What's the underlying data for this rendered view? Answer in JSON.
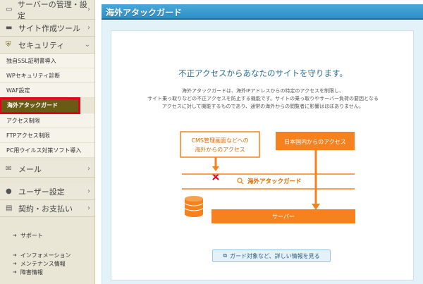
{
  "sidebar": {
    "top": {
      "icon": "server-icon",
      "label": "サーバーの管理・設定"
    },
    "sections": [
      {
        "icon": "laptop-icon",
        "label": "サイト作成ツール",
        "chev": "›"
      },
      {
        "icon": "shield-icon",
        "label": "セキュリティ",
        "chev": "⌄"
      }
    ],
    "security_items": [
      "独自SSL証明書導入",
      "WPセキュリティ診断",
      "WAF設定",
      "海外アタックガード",
      "アクセス制限",
      "FTPアクセス制限",
      "PC用ウイルス対策ソフト導入"
    ],
    "mail": {
      "icon": "mail-icon",
      "label": "メール",
      "chev": "›"
    },
    "user": {
      "icon": "user-icon",
      "label": "ユーザー設定",
      "chev": "›"
    },
    "contract": {
      "icon": "card-icon",
      "label": "契約・お支払い",
      "chev": "›"
    },
    "support": "サポート",
    "info_links": [
      "インフォメーション",
      "メンテナンス情報",
      "障害情報"
    ]
  },
  "header": {
    "title": "海外アタックガード"
  },
  "content": {
    "headline": "不正アクセスからあなたのサイトを守ります。",
    "description": [
      "海外アタックガードは、海外IPアドレスからの特定のアクセスを制限し、",
      "サイト乗っ取りなどの不正アクセスを防止する機能です。サイトの乗っ取りやサーバー負荷の要因となる",
      "アクセスに対して機能するものであり、通常の海外からの閲覧者に影響はほぼありません。"
    ],
    "diagram": {
      "box_left": [
        "CMS管理画面などへの",
        "海外からのアクセス"
      ],
      "box_right": "日本国内からのアクセス",
      "guard_label": "海外アタックガード",
      "server_label": "サーバー",
      "accent": "#f5821f",
      "block_color": "#e2001a"
    },
    "more_button": "ガード対象など、詳しい情報を見る"
  }
}
